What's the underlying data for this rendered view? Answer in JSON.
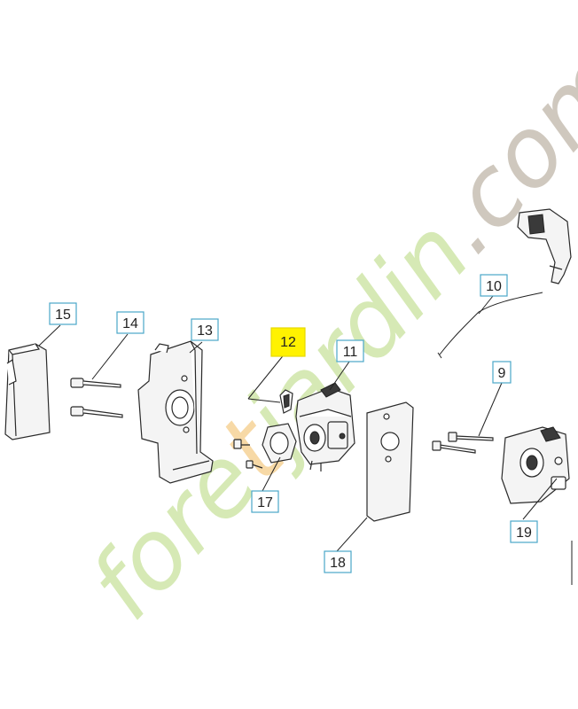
{
  "watermark": {
    "text_prefix": "fore",
    "text_accent": "t",
    "text_suffix": "jardin",
    "text_end": ".com",
    "color_green": "#d6e9b5",
    "color_orange": "#f7d9a6",
    "color_gray": "#cfc8be"
  },
  "callouts": [
    {
      "id": "15",
      "label": "15"
    },
    {
      "id": "14",
      "label": "14"
    },
    {
      "id": "13",
      "label": "13"
    },
    {
      "id": "12",
      "label": "12",
      "highlight": true
    },
    {
      "id": "11",
      "label": "11"
    },
    {
      "id": "10",
      "label": "10"
    },
    {
      "id": "9",
      "label": "9"
    },
    {
      "id": "17",
      "label": "17"
    },
    {
      "id": "18",
      "label": "18"
    },
    {
      "id": "19",
      "label": "19"
    }
  ],
  "colors": {
    "callout_border": "#4aa7c9",
    "highlight": "#fff200"
  }
}
